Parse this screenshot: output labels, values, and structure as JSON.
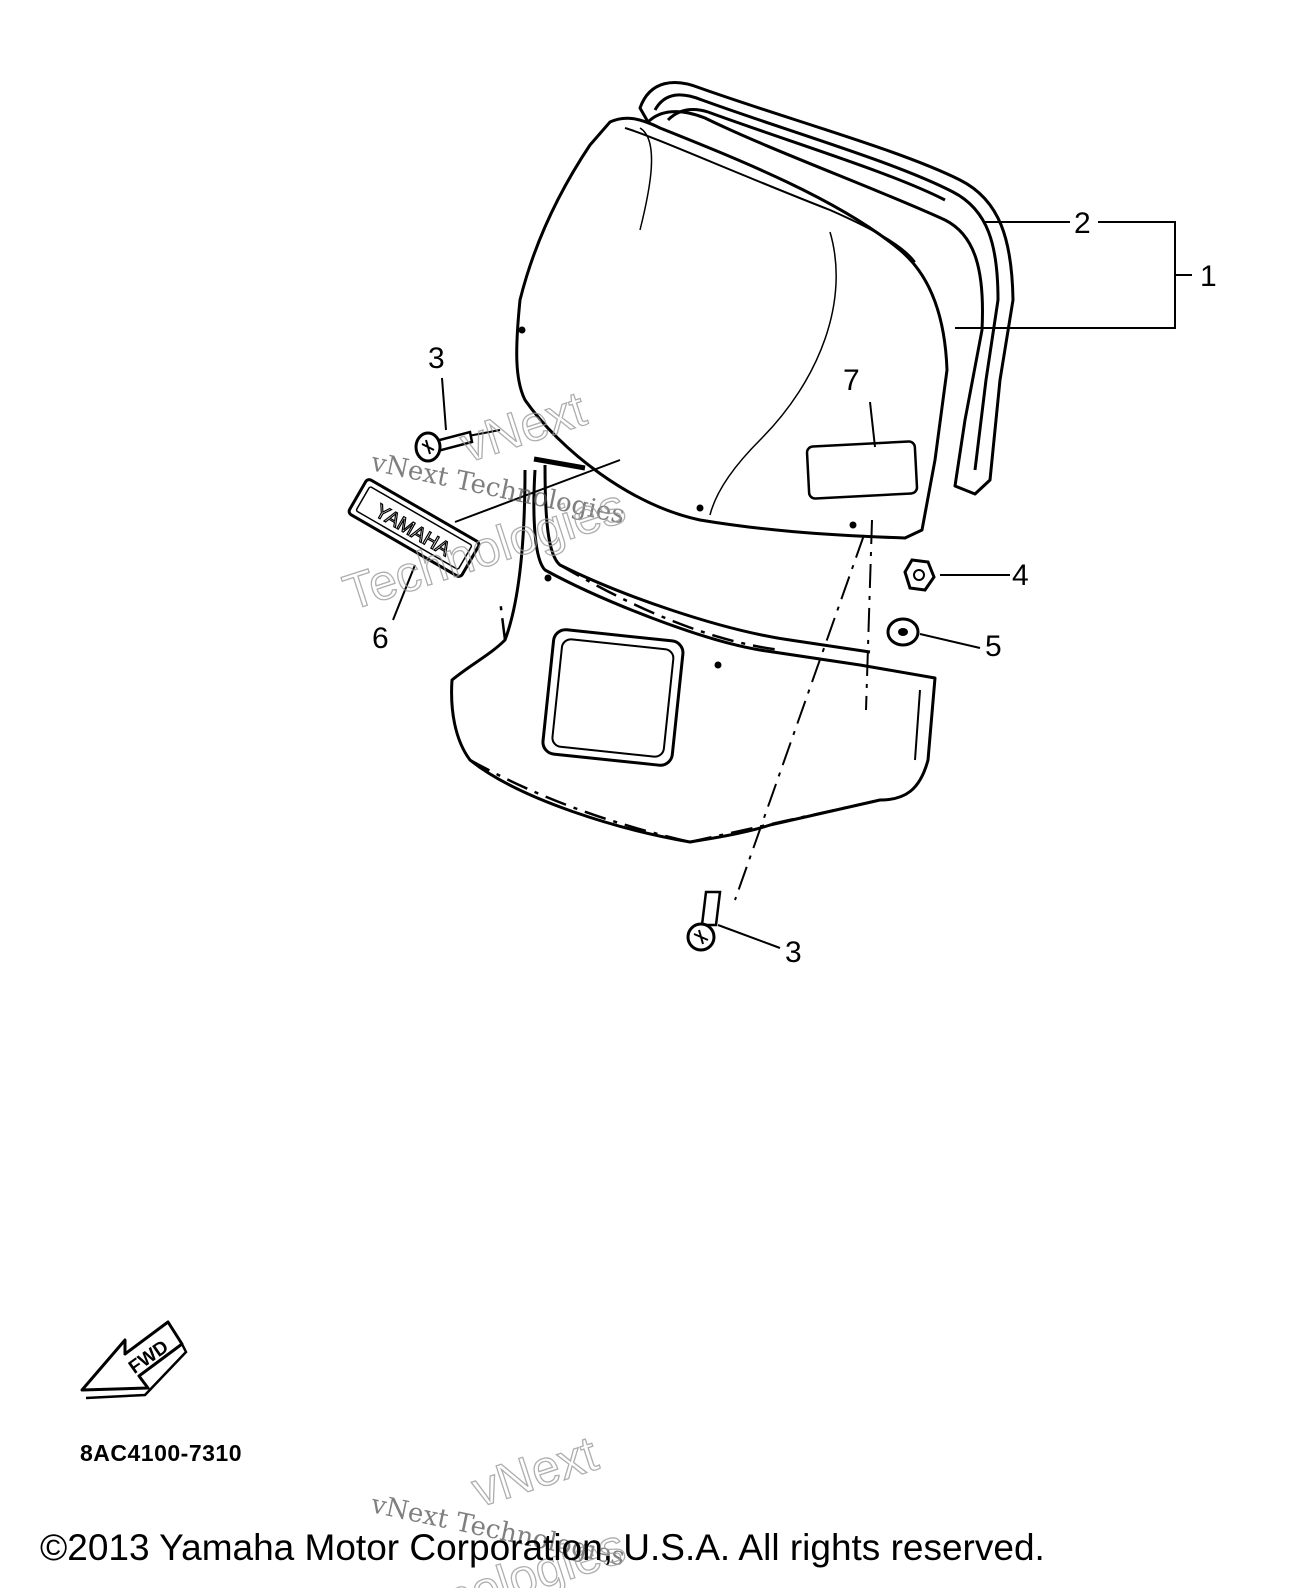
{
  "callouts": {
    "windshield_assembly": "1",
    "windshield_trim": "2",
    "bolt_upper": "3",
    "nut": "4",
    "washer": "5",
    "emblem": "6",
    "label": "7",
    "bolt_lower": "3"
  },
  "emblem_text": "YAMAHA",
  "fwd_text": "FWD",
  "diagram_code": "8AC4100-7310",
  "copyright": "©2013 Yamaha Motor Corporation, U.S.A. All rights reserved.",
  "watermark": {
    "line1": "vNext Technologies",
    "outline_a": "vNext",
    "outline_b": "Technologies"
  },
  "colors": {
    "ink": "#000000",
    "background": "#ffffff",
    "watermark": "#9a9a9a"
  }
}
